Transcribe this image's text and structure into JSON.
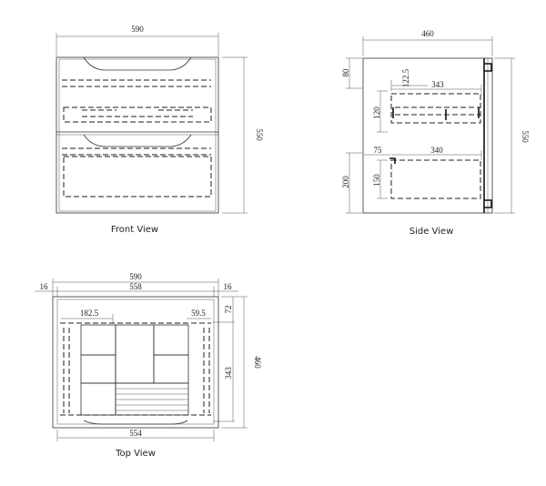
{
  "views": {
    "front": {
      "caption": "Front View",
      "width_label": "590",
      "height_label": "550"
    },
    "side": {
      "caption": "Side View",
      "depth_label": "460",
      "height_label": "550",
      "top_gap_label": "80",
      "inset_label": "122.5",
      "upper_drawer_depth_label": "343",
      "upper_drawer_height_label": "120",
      "lower_offset_label": "75",
      "lower_drawer_depth_label": "340",
      "lower_drawer_height_label": "150",
      "bottom_label": "200"
    },
    "top": {
      "caption": "Top View",
      "overall_width_label": "590",
      "inner_width_label": "558",
      "left_side_label": "16",
      "right_side_label": "16",
      "left_cut_label": "182.5",
      "right_cut_label": "59.5",
      "back_gap_label": "72",
      "drawer_depth_label": "343",
      "depth_label": "460",
      "bottom_width_label": "554"
    }
  }
}
